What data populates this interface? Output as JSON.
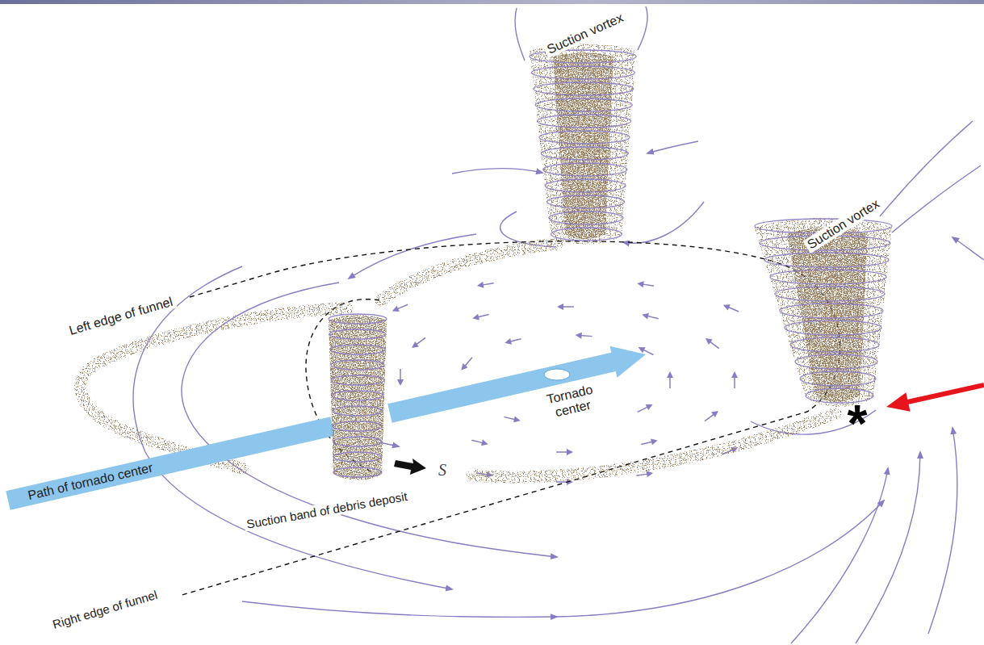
{
  "diagram": {
    "labels": [
      "Suction vortex",
      "Suction vortex",
      "Left edge of funnel",
      "Tornado center",
      "Path of tornado center",
      "S",
      "Suction band of debris deposit",
      "Right edge of funnel",
      "*"
    ]
  }
}
